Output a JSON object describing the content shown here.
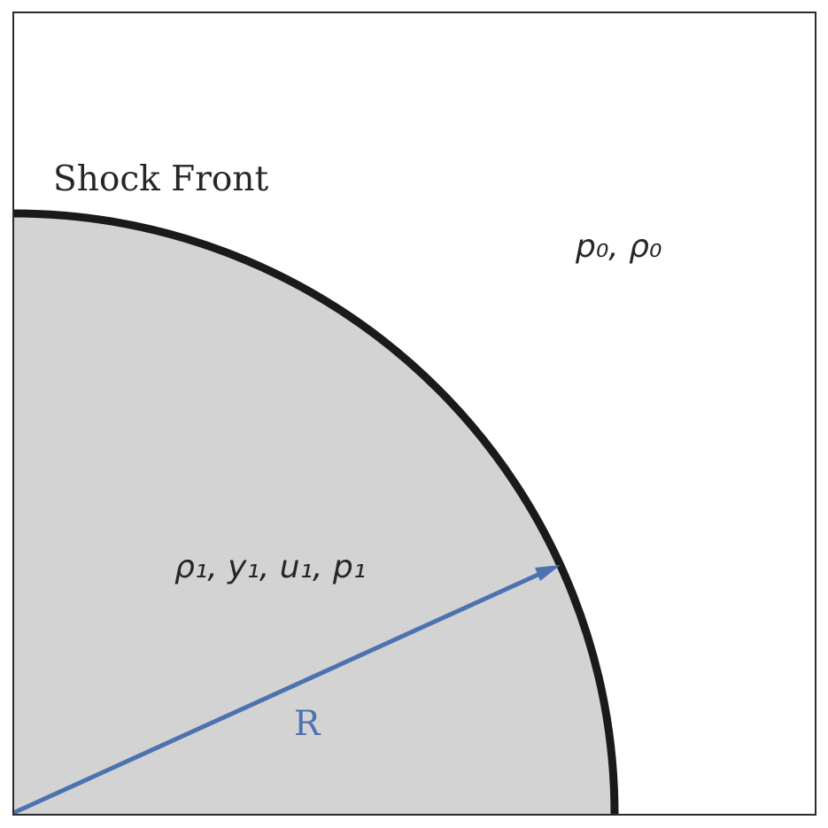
{
  "diagram": {
    "shock_front_label": "Shock Front",
    "outer_region_label": "p₀, ρ₀",
    "inner_region_label": "ρ₁, y₁, u₁, p₁",
    "radius_label": "R"
  },
  "colors": {
    "frame": "#2b2b2b",
    "shocked_fill": "#d3d3d3",
    "shock_front": "#1a1a1a",
    "radius_arrow": "#4c72b0",
    "text": "#262626"
  }
}
